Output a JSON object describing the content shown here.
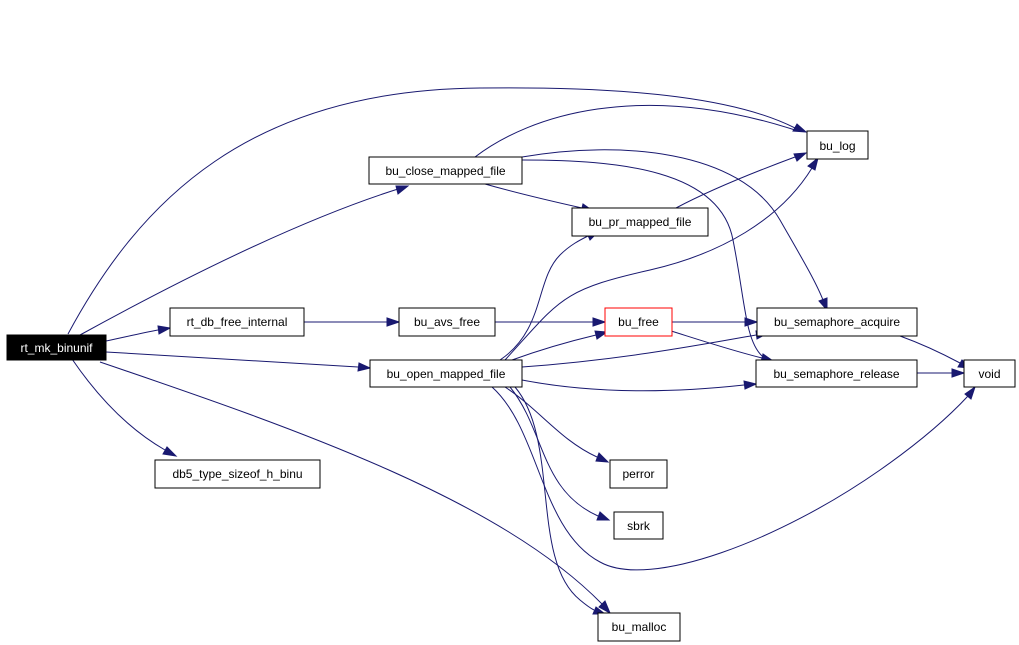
{
  "graph": {
    "colors": {
      "edge": "#191970",
      "root_fill": "#000000",
      "root_text": "#ffffff",
      "highlight_border": "#ff0000"
    },
    "nodes": {
      "rt_mk_binunif": "rt_mk_binunif",
      "bu_close_mapped_file": "bu_close_mapped_file",
      "bu_log": "bu_log",
      "bu_pr_mapped_file": "bu_pr_mapped_file",
      "rt_db_free_internal": "rt_db_free_internal",
      "bu_avs_free": "bu_avs_free",
      "bu_free": "bu_free",
      "bu_semaphore_acquire": "bu_semaphore_acquire",
      "bu_open_mapped_file": "bu_open_mapped_file",
      "bu_semaphore_release": "bu_semaphore_release",
      "void": "void",
      "db5_type_sizeof_h_binu": "db5_type_sizeof_h_binu",
      "perror": "perror",
      "sbrk": "sbrk",
      "bu_malloc": "bu_malloc"
    },
    "edges": [
      [
        "rt_mk_binunif",
        "bu_log"
      ],
      [
        "rt_mk_binunif",
        "bu_close_mapped_file"
      ],
      [
        "rt_mk_binunif",
        "rt_db_free_internal"
      ],
      [
        "rt_mk_binunif",
        "bu_open_mapped_file"
      ],
      [
        "rt_mk_binunif",
        "db5_type_sizeof_h_binu"
      ],
      [
        "rt_mk_binunif",
        "bu_malloc"
      ],
      [
        "bu_close_mapped_file",
        "bu_log"
      ],
      [
        "bu_close_mapped_file",
        "bu_pr_mapped_file"
      ],
      [
        "bu_close_mapped_file",
        "bu_semaphore_acquire"
      ],
      [
        "bu_close_mapped_file",
        "bu_semaphore_release"
      ],
      [
        "bu_pr_mapped_file",
        "bu_log"
      ],
      [
        "rt_db_free_internal",
        "bu_avs_free"
      ],
      [
        "bu_avs_free",
        "bu_free"
      ],
      [
        "bu_free",
        "bu_semaphore_acquire"
      ],
      [
        "bu_free",
        "bu_semaphore_release"
      ],
      [
        "bu_open_mapped_file",
        "bu_pr_mapped_file"
      ],
      [
        "bu_open_mapped_file",
        "bu_log"
      ],
      [
        "bu_open_mapped_file",
        "bu_free"
      ],
      [
        "bu_open_mapped_file",
        "bu_semaphore_acquire"
      ],
      [
        "bu_open_mapped_file",
        "bu_semaphore_release"
      ],
      [
        "bu_open_mapped_file",
        "void"
      ],
      [
        "bu_open_mapped_file",
        "perror"
      ],
      [
        "bu_open_mapped_file",
        "sbrk"
      ],
      [
        "bu_open_mapped_file",
        "bu_malloc"
      ],
      [
        "bu_semaphore_acquire",
        "void"
      ],
      [
        "bu_semaphore_release",
        "void"
      ]
    ]
  }
}
